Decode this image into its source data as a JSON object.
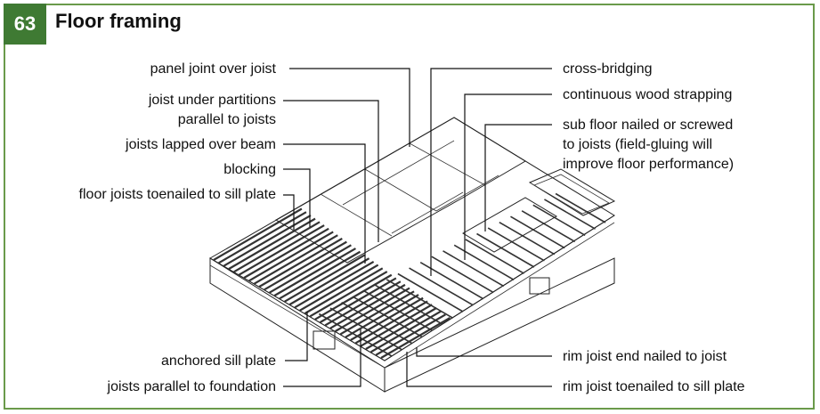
{
  "figure": {
    "number": "63",
    "title": "Floor framing",
    "accent_color": "#3f7a33",
    "border_color": "#6a9a4a"
  },
  "labels_left": {
    "panel_joint": "panel joint over joist",
    "joist_under_partitions_1": "joist under partitions",
    "joist_under_partitions_2": "parallel to joists",
    "joists_lapped": "joists lapped over beam",
    "blocking": "blocking",
    "toenailed": "floor joists toenailed to sill plate",
    "anchored_sill": "anchored sill plate",
    "joists_parallel": "joists parallel to foundation"
  },
  "labels_right": {
    "cross_bridging": "cross-bridging",
    "wood_strapping": "continuous wood strapping",
    "sub_floor_1": "sub floor nailed or screwed",
    "sub_floor_2": "to joists (field-gluing will",
    "sub_floor_3": "improve floor performance)",
    "rim_end_nailed": "rim joist end nailed to joist",
    "rim_toenailed": "rim joist toenailed to sill plate"
  }
}
